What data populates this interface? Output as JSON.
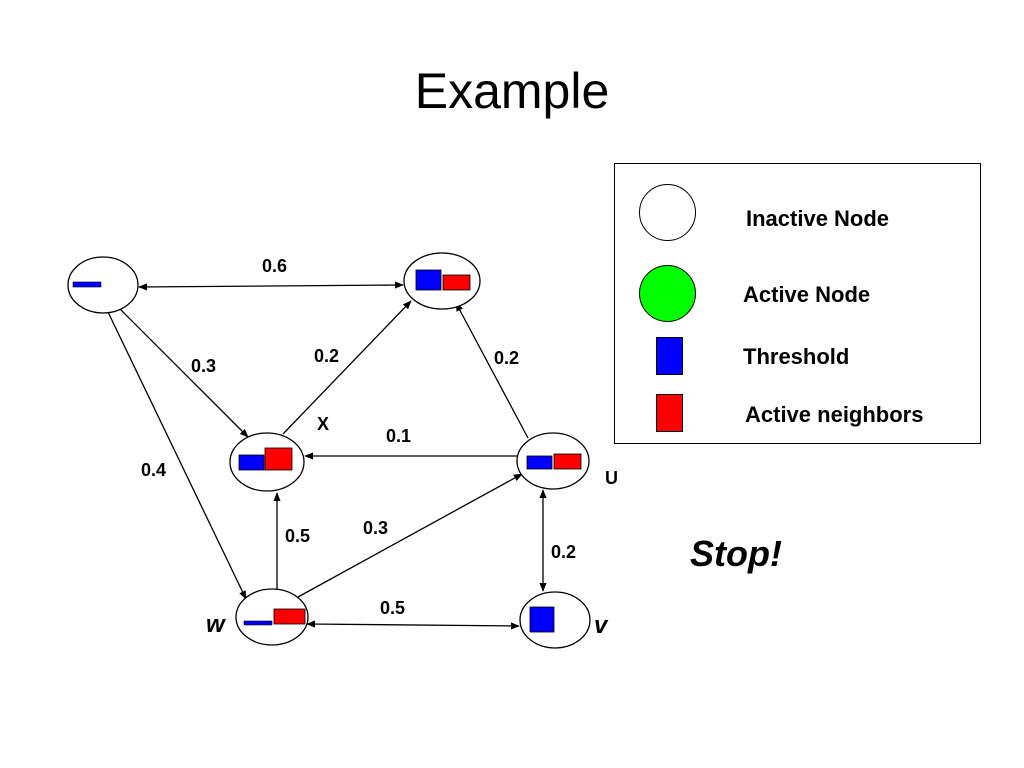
{
  "title": "Example",
  "colors": {
    "threshold": "#0000ff",
    "active_neighbors": "#ff0000",
    "active_node": "#00ff00",
    "edge": "#000000"
  },
  "nodes": {
    "top_left": {
      "threshold": "small",
      "active": "none"
    },
    "top_right": {
      "threshold": "full",
      "active": "full"
    },
    "x": {
      "name": "X",
      "threshold": "full",
      "active": "full"
    },
    "u": {
      "name": "U",
      "threshold": "full",
      "active": "full"
    },
    "w": {
      "name": "w",
      "threshold": "small",
      "active": "full"
    },
    "v": {
      "name": "v",
      "threshold": "full",
      "active": "none"
    }
  },
  "edges": [
    {
      "id": "topleft-topright",
      "weight": "0.6"
    },
    {
      "id": "topleft-x",
      "weight": "0.3"
    },
    {
      "id": "x-topright",
      "weight": "0.2"
    },
    {
      "id": "u-topright",
      "weight": "0.2"
    },
    {
      "id": "u-x",
      "weight": "0.1"
    },
    {
      "id": "topleft-w",
      "weight": "0.4"
    },
    {
      "id": "w-x",
      "weight": "0.5"
    },
    {
      "id": "w-u",
      "weight": "0.3"
    },
    {
      "id": "u-v",
      "weight": "0.2"
    },
    {
      "id": "w-v",
      "weight": "0.5"
    }
  ],
  "legend": {
    "inactive_node": "Inactive Node",
    "active_node": "Active Node",
    "threshold": "Threshold",
    "active_neighbors": "Active neighbors"
  },
  "status": "Stop!"
}
